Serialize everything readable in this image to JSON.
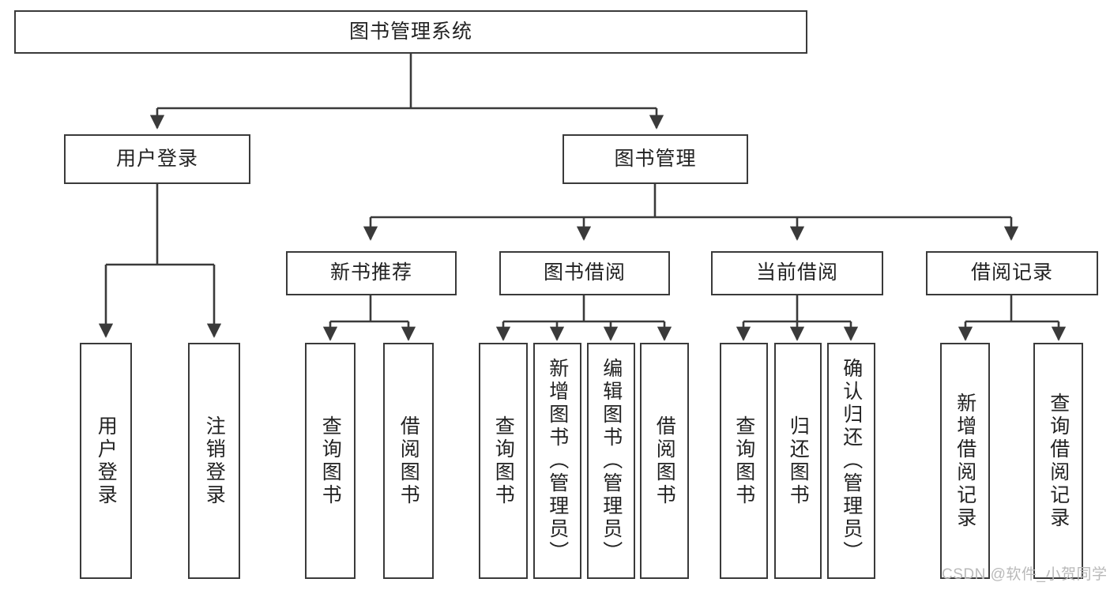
{
  "diagram": {
    "type": "tree-hierarchy",
    "title": "图书管理系统",
    "watermark": "CSDN @软件_小贺同学",
    "colors": {
      "box_border": "#3a3a3a",
      "box_fill": "#ffffff",
      "edge": "#3a3a3a",
      "text": "#222222",
      "watermark": "#b9b9b9",
      "background": "#ffffff"
    },
    "nodes": {
      "root": {
        "label": "图书管理系统"
      },
      "level2": [
        {
          "id": "user-login",
          "label": "用户登录"
        },
        {
          "id": "book-manage",
          "label": "图书管理"
        }
      ],
      "level3": [
        {
          "id": "new-book-rec",
          "label": "新书推荐"
        },
        {
          "id": "book-borrow",
          "label": "图书借阅"
        },
        {
          "id": "current-borrow",
          "label": "当前借阅"
        },
        {
          "id": "borrow-record",
          "label": "借阅记录"
        }
      ],
      "leaves": {
        "user-login": [
          {
            "id": "leaf-user-login",
            "label": "用户登录"
          },
          {
            "id": "leaf-logout",
            "label": "注销登录"
          }
        ],
        "new-book-rec": [
          {
            "id": "leaf-query-book-1",
            "label": "查询图书"
          },
          {
            "id": "leaf-borrow-book-1",
            "label": "借阅图书"
          }
        ],
        "book-borrow": [
          {
            "id": "leaf-query-book-2",
            "label": "查询图书"
          },
          {
            "id": "leaf-add-book",
            "label": "新增图书（管理员）"
          },
          {
            "id": "leaf-edit-book",
            "label": "编辑图书（管理员）"
          },
          {
            "id": "leaf-borrow-book-2",
            "label": "借阅图书"
          }
        ],
        "current-borrow": [
          {
            "id": "leaf-query-book-3",
            "label": "查询图书"
          },
          {
            "id": "leaf-return-book",
            "label": "归还图书"
          },
          {
            "id": "leaf-confirm-return",
            "label": "确认归还（管理员）"
          }
        ],
        "borrow-record": [
          {
            "id": "leaf-add-record",
            "label": "新增借阅记录"
          },
          {
            "id": "leaf-query-record",
            "label": "查询借阅记录"
          }
        ]
      }
    }
  }
}
